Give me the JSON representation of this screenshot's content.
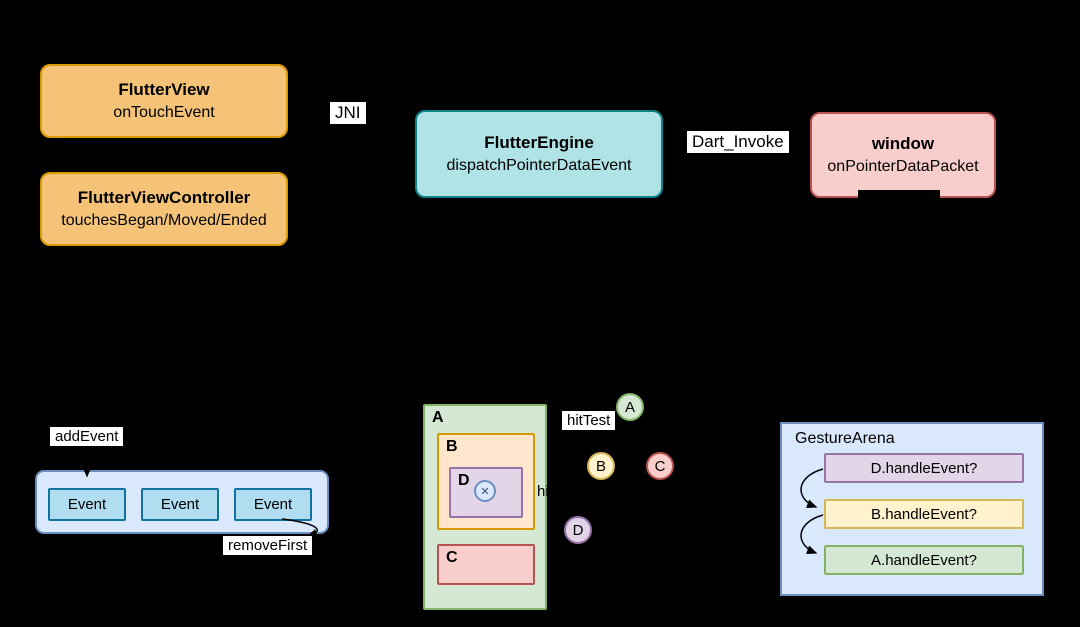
{
  "colors": {
    "canvas_bg": "#000000",
    "orange_fill": "#f5c377",
    "orange_border": "#d79b00",
    "orange_light_fill": "#ffe6cc",
    "teal_fill": "#b0e3e6",
    "teal_border": "#0e8088",
    "pink_fill": "#f8cecc",
    "pink_border": "#b85450",
    "blue_fill": "#dae8fc",
    "blue_border": "#6c8ebf",
    "event_fill": "#b1ddf0",
    "event_border": "#10739e",
    "green_fill": "#d5e8d4",
    "green_border": "#82b366",
    "purple_fill": "#e1d5e7",
    "purple_border": "#9673a6",
    "yellow_fill": "#fff2cc",
    "yellow_border": "#d6b656",
    "label_bg": "#ffffff",
    "text": "#000000",
    "arrow": "#000000",
    "touch_fill": "#dae8fc",
    "touch_border": "#6c8ebf"
  },
  "top_flow": {
    "flutter_view": {
      "title": "FlutterView",
      "subtitle": "onTouchEvent"
    },
    "flutter_view_controller": {
      "title": "FlutterViewController",
      "subtitle": "touchesBegan/Moved/Ended"
    },
    "jni_label": "JNI",
    "flutter_engine": {
      "title": "FlutterEngine",
      "subtitle": "dispatchPointerDataEvent"
    },
    "dart_invoke_label": "Dart_Invoke",
    "window": {
      "title": "window",
      "subtitle": "onPointerDataPacket"
    }
  },
  "event_queue": {
    "add_event_label": "addEvent",
    "events": [
      "Event",
      "Event",
      "Event"
    ],
    "remove_first_label": "removeFirst"
  },
  "hit_test": {
    "view_a_label": "A",
    "view_b_label": "B",
    "view_d_label": "D",
    "view_c_label": "C",
    "touch_point_glyph": "✕",
    "hit_test_label": "hitTest",
    "clipped_hit_test_label": "hitTest",
    "result_circles": [
      "A",
      "B",
      "C",
      "D"
    ]
  },
  "gesture_arena": {
    "title": "GestureArena",
    "items": [
      "D.handleEvent?",
      "B.handleEvent?",
      "A.handleEvent?"
    ]
  }
}
